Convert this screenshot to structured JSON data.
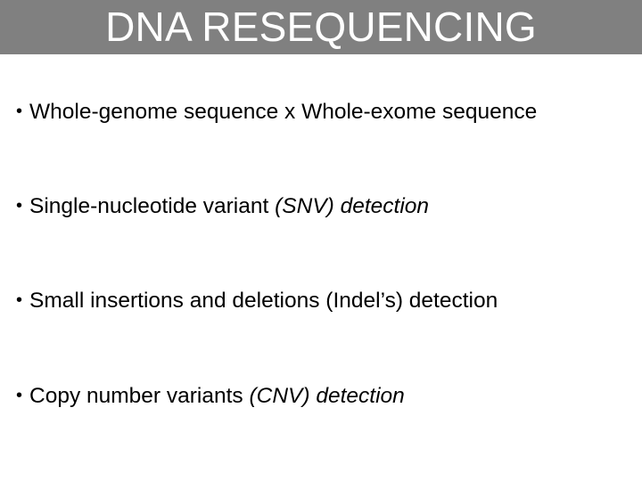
{
  "slide": {
    "title": "DNA RESEQUENCING",
    "title_band_color": "#808080",
    "title_text_color": "#ffffff",
    "background_color": "#ffffff",
    "body_text_color": "#000000",
    "bullet_marker": "•",
    "bullets": [
      {
        "marker": "•",
        "text": "Whole-genome sequence x Whole-exome sequence",
        "runs": [
          {
            "text": "Whole-genome sequence x Whole-exome sequence",
            "style": "normal"
          }
        ]
      },
      {
        "marker": "•",
        "text": "Single-nucleotide variant  (SNV) detection",
        "runs": [
          {
            "text": "Single-nucleotide variant  ",
            "style": "normal"
          },
          {
            "text": "(SNV) detection",
            "style": "italic"
          }
        ]
      },
      {
        "marker": "•",
        "text": "Small insertions and deletions (Indel’s) detection",
        "runs": [
          {
            "text": "Small insertions and deletions (Indel’s) detection",
            "style": "normal"
          }
        ]
      },
      {
        "marker": "•",
        "text": "Copy number variants (CNV) detection",
        "runs": [
          {
            "text": "Copy number variants ",
            "style": "normal"
          },
          {
            "text": "(CNV) detection",
            "style": "italic"
          }
        ]
      }
    ]
  }
}
